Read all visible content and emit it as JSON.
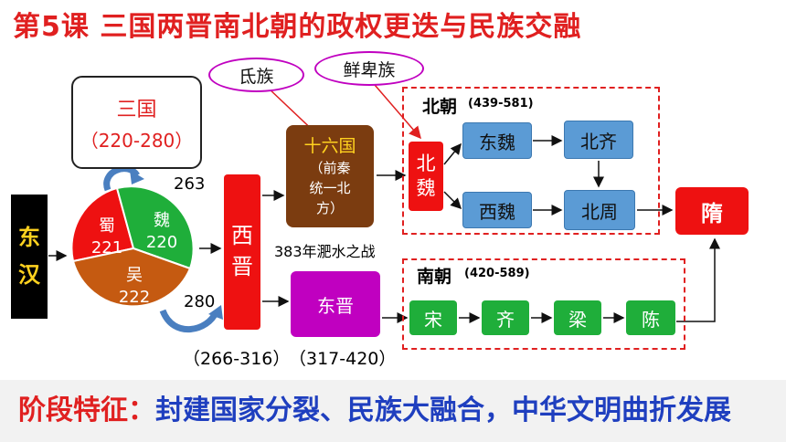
{
  "title": "第5课 三国两晋南北朝的政权更迭与民族交融",
  "sanguo": {
    "name": "三国",
    "years": "（220-280）"
  },
  "donghan": {
    "c1": "东",
    "c2": "汉"
  },
  "pie": {
    "shu": {
      "name": "蜀",
      "year": "221",
      "color": "#ee1111"
    },
    "wei": {
      "name": "魏",
      "year": "220",
      "color": "#1fae3a"
    },
    "wu": {
      "name": "吴",
      "year": "222",
      "color": "#c55a11"
    }
  },
  "labels": {
    "y263": "263",
    "y280": "280",
    "feishui": "383年淝水之战",
    "xijin_years": "（266-316）",
    "dongjin_years": "（317-420）"
  },
  "xijin": {
    "c1": "西",
    "c2": "晋"
  },
  "sixteen": {
    "head": "十六国",
    "l1": "（前秦",
    "l2": "统一北",
    "l3": "方）"
  },
  "dongjin": {
    "name": "东晋"
  },
  "tribes": {
    "di": "氐族",
    "xianbei": "鲜卑族"
  },
  "beichao": {
    "name": "北朝",
    "years": "(439-581)",
    "beiwei1": "北",
    "beiwei2": "魏",
    "dongwei": "东魏",
    "beiqi": "北齐",
    "xiwei": "西魏",
    "beizhou": "北周"
  },
  "nanchao": {
    "name": "南朝",
    "years": "(420-589)",
    "song": "宋",
    "qi": "齐",
    "liang": "梁",
    "chen": "陈"
  },
  "sui": "隋",
  "footer": {
    "label": "阶段特征：",
    "text": "封建国家分裂、民族大融合，中华文明曲折发展"
  }
}
